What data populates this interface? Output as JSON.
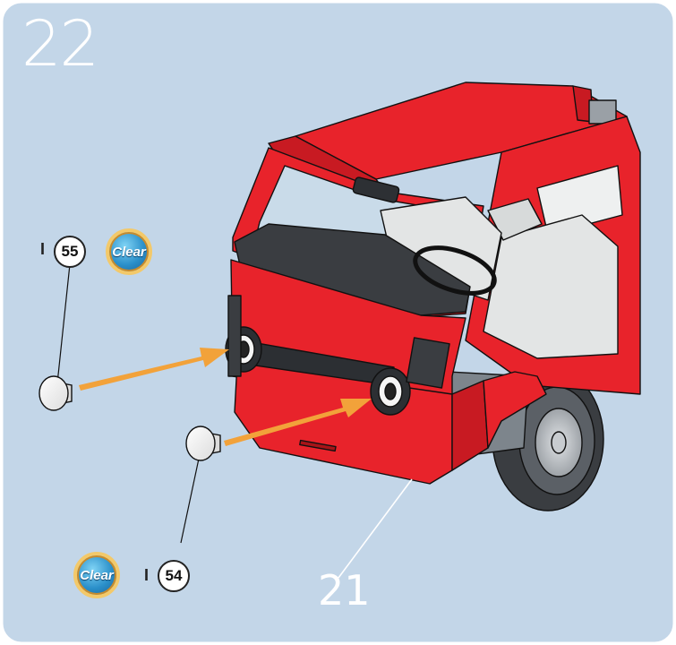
{
  "step": {
    "number": "22"
  },
  "parts": {
    "target_label": "21",
    "items": [
      {
        "quantity_mark": "I",
        "number": "55",
        "material": "Clear"
      },
      {
        "quantity_mark": "I",
        "number": "54",
        "material": "Clear"
      }
    ]
  },
  "colors": {
    "background": "#c3d6e8",
    "truck_body": "#e8232b",
    "arrow": "#f2a23a",
    "seat": "#e3e5e5",
    "tire": "#3a3d41"
  },
  "icons": [
    "lens-part-55-icon",
    "lens-part-54-icon",
    "assembly-arrow-icon",
    "fire-truck-cab-illustration"
  ]
}
